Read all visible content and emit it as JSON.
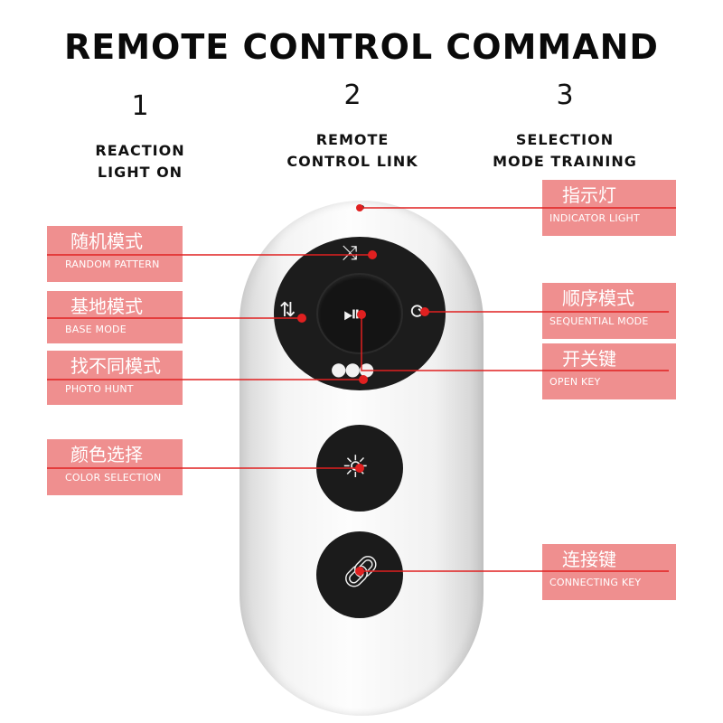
{
  "title": "REMOTE CONTROL COMMAND",
  "commands": [
    {
      "number": "1",
      "label": "REACTION\nLIGHT ON"
    },
    {
      "number": "2",
      "label": "REMOTE\nCONTROL LINK"
    },
    {
      "number": "3",
      "label": "SELECTION\nMODE TRAINING"
    }
  ],
  "labels": {
    "random": {
      "zh": "随机模式",
      "en": "RANDOM PATTERN"
    },
    "base": {
      "zh": "基地模式",
      "en": "BASE MODE"
    },
    "photo": {
      "zh": "找不同模式",
      "en": "PHOTO HUNT"
    },
    "color": {
      "zh": "颜色选择",
      "en": "COLOR SELECTION"
    },
    "indicator": {
      "zh": "指示灯",
      "en": "INDICATOR LIGHT"
    },
    "sequential": {
      "zh": "顺序模式",
      "en": "SEQUENTIAL MODE"
    },
    "open": {
      "zh": "开关键",
      "en": "OPEN KEY"
    },
    "connect": {
      "zh": "连接键",
      "en": "CONNECTING KEY"
    }
  },
  "colors": {
    "label_box": "#ef8f8f",
    "pointer": "#e02020",
    "button": "#1b1b1b"
  },
  "icons": [
    "shuffle-icon",
    "play-pause-icon",
    "repeat-icon",
    "base-arrows-icon",
    "three-dots-icon",
    "sun-gear-icon",
    "link-icon"
  ]
}
